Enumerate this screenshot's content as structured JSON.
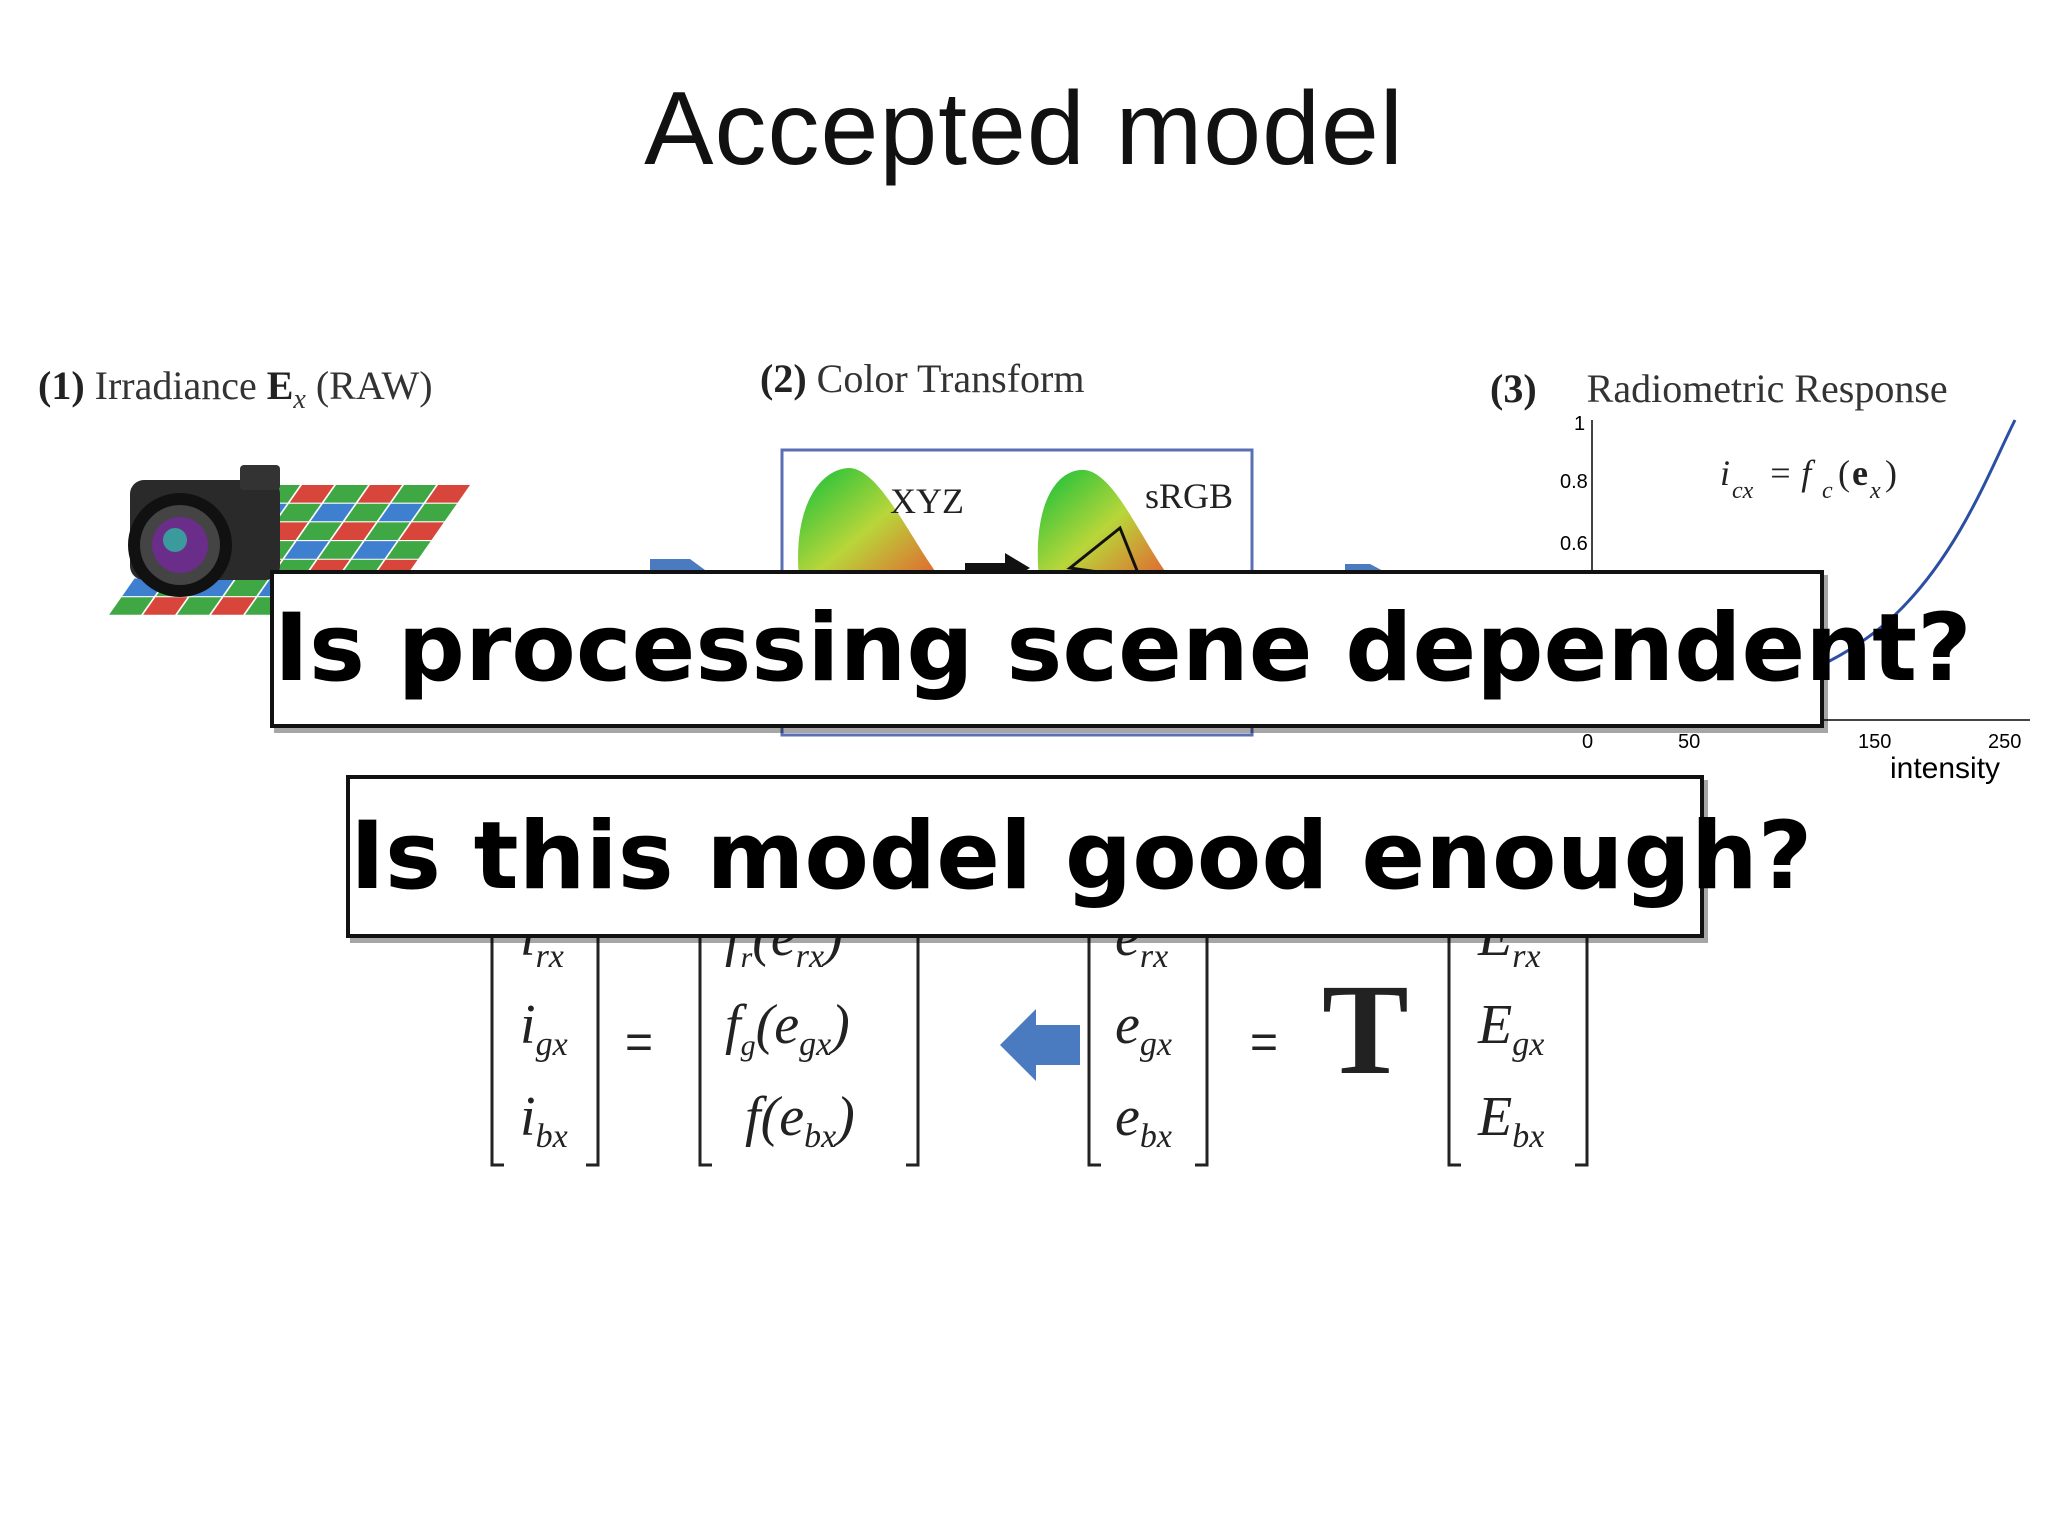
{
  "slide": {
    "title": "Accepted model"
  },
  "stages": {
    "s1": {
      "num": "(1)",
      "text": "Irradiance",
      "bold": "E",
      "sub": "x",
      "tail": "(RAW)"
    },
    "s2": {
      "num": "(2)",
      "text": "Color Transform",
      "gamut_left": "XYZ",
      "gamut_right": "sRGB"
    },
    "s3": {
      "num": "(3)",
      "text": "Radiometric Response",
      "formula_lhs": "i",
      "formula_lhs_sub": "cx",
      "formula_mid": "= f",
      "formula_mid_sub": "c",
      "formula_arg": "e",
      "formula_arg_sub": "x"
    }
  },
  "response_plot": {
    "y_ticks": [
      "1",
      "0.8",
      "0.6"
    ],
    "x_ticks": [
      "0",
      "50",
      "150",
      "250"
    ],
    "xlabel": "intensity"
  },
  "questions": {
    "q1": "Is processing scene dependent?",
    "q2": "Is this model good enough?"
  },
  "equation": {
    "i_col": [
      [
        "i",
        "rx"
      ],
      [
        "i",
        "gx"
      ],
      [
        "i",
        "bx"
      ]
    ],
    "f_col": [
      [
        "f",
        "r",
        "e",
        "rx"
      ],
      [
        "f",
        "g",
        "e",
        "gx"
      ],
      [
        "f",
        "",
        "e",
        "bx"
      ]
    ],
    "e_col": [
      [
        "e",
        "rx"
      ],
      [
        "e",
        "gx"
      ],
      [
        "e",
        "bx"
      ]
    ],
    "E_col": [
      [
        "E",
        "rx"
      ],
      [
        "E",
        "gx"
      ],
      [
        "E",
        "bx"
      ]
    ],
    "equals": "=",
    "transform": "T"
  },
  "colors": {
    "arrow_blue": "#4a7bc0",
    "box_border": "#5b6fb5"
  }
}
